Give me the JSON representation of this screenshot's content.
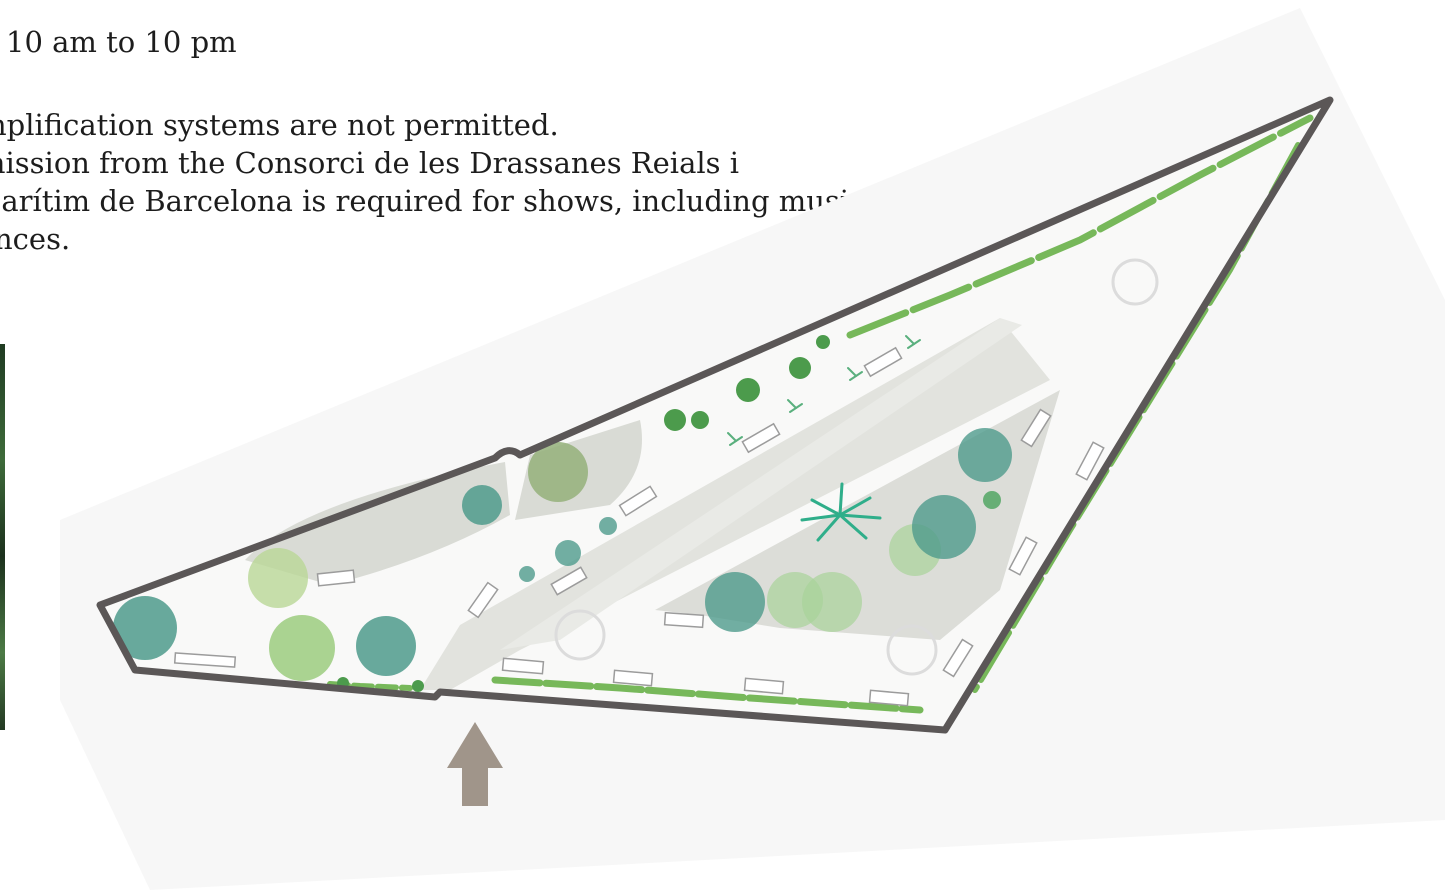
{
  "hours": "10 am to 10 pm",
  "rules": [
    "nplification systems are not permitted.",
    "mission from the Consorci de les Drassanes Reials i",
    "[arítim de Barcelona is required for shows, including music",
    "nces."
  ],
  "colors": {
    "boundary": "#5b5757",
    "hedge": "#77b85a",
    "tree_teal": "#4f9b8c",
    "tree_light": "#b9d796",
    "tree_olive": "#94b07a",
    "path": "#d6d8d2",
    "arrow": "#a0958a",
    "map_background": "#f7f7f7"
  },
  "icons": {
    "entrance": "entrance-arrow-icon"
  }
}
